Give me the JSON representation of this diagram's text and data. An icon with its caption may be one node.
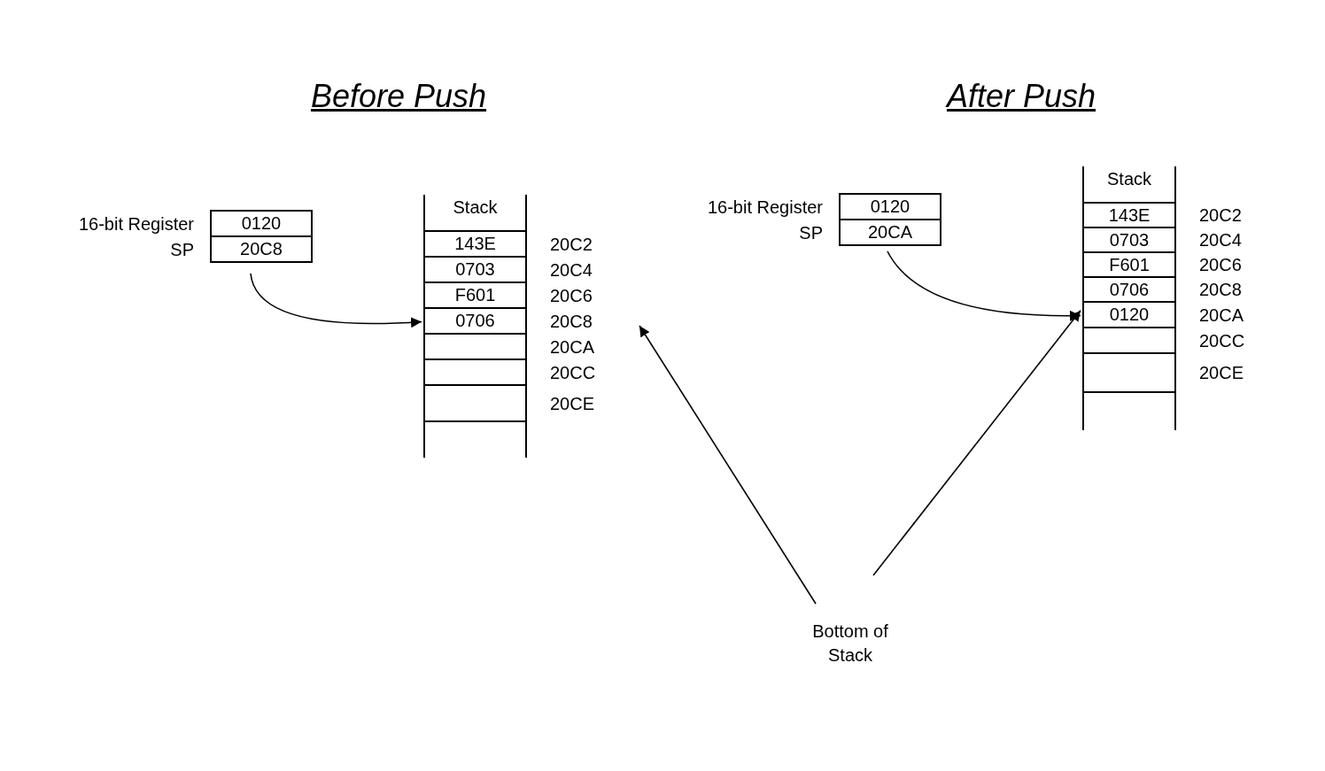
{
  "diagram": {
    "nodes": [
      {
        "text": [
          "0120"
        ],
        "beside": [
          "16-bit Register"
        ]
      },
      {
        "text": [
          "20C8"
        ],
        "beside": [
          "SP"
        ]
      },
      {
        "text": [
          "Stack"
        ]
      },
      {
        "text": [
          "143E"
        ],
        "in": 2,
        "beside": [
          "20C2"
        ]
      },
      {
        "text": [
          "0703"
        ],
        "in": 2,
        "beside": [
          "20C4"
        ]
      },
      {
        "text": [
          "F601"
        ],
        "in": 2,
        "beside": [
          "20C6"
        ]
      },
      {
        "text": [
          "0706"
        ],
        "in": 2,
        "beside": [
          "20C8"
        ]
      },
      {
        "text": [],
        "shape": "box",
        "in": 2,
        "beside": [
          "20CA"
        ]
      },
      {
        "text": [],
        "shape": "box",
        "in": 2,
        "beside": [
          "20CC"
        ]
      },
      {
        "text": [],
        "shape": "box",
        "in": 2,
        "beside": [
          "20CE"
        ]
      },
      {
        "text": [],
        "shape": "box",
        "in": 2
      },
      {
        "text": [
          "0120"
        ],
        "beside": [
          "16-bit Register"
        ]
      },
      {
        "text": [
          "20CA"
        ],
        "beside": [
          "SP"
        ]
      },
      {
        "text": [
          "Stack"
        ]
      },
      {
        "text": [
          "143E"
        ],
        "in": 13,
        "beside": [
          "20C2"
        ]
      },
      {
        "text": [
          "0703"
        ],
        "in": 13,
        "beside": [
          "20C4"
        ]
      },
      {
        "text": [
          "F601"
        ],
        "in": 13,
        "beside": [
          "20C6"
        ]
      },
      {
        "text": [
          "0706"
        ],
        "in": 13,
        "beside": [
          "20C8"
        ]
      },
      {
        "text": [
          "0120"
        ],
        "in": 13,
        "beside": [
          "20CA"
        ]
      },
      {
        "text": [],
        "shape": "box",
        "in": 13,
        "beside": [
          "20CC"
        ]
      },
      {
        "text": [],
        "shape": "box",
        "in": 13,
        "beside": [
          "20CE"
        ]
      },
      {
        "text": [],
        "shape": "box",
        "in": 13
      },
      {
        "text": [
          "Bottom of Stack"
        ]
      }
    ],
    "edges": [
      {
        "from": 1,
        "to": 6,
        "arrow": "to"
      },
      {
        "from": 12,
        "to": 18,
        "arrow": "to"
      },
      {
        "from": 22,
        "to": null,
        "arrow": "to"
      },
      {
        "from": 22,
        "to": 18,
        "arrow": "to"
      }
    ],
    "labels": [
      "Before Push",
      "After Push"
    ]
  }
}
